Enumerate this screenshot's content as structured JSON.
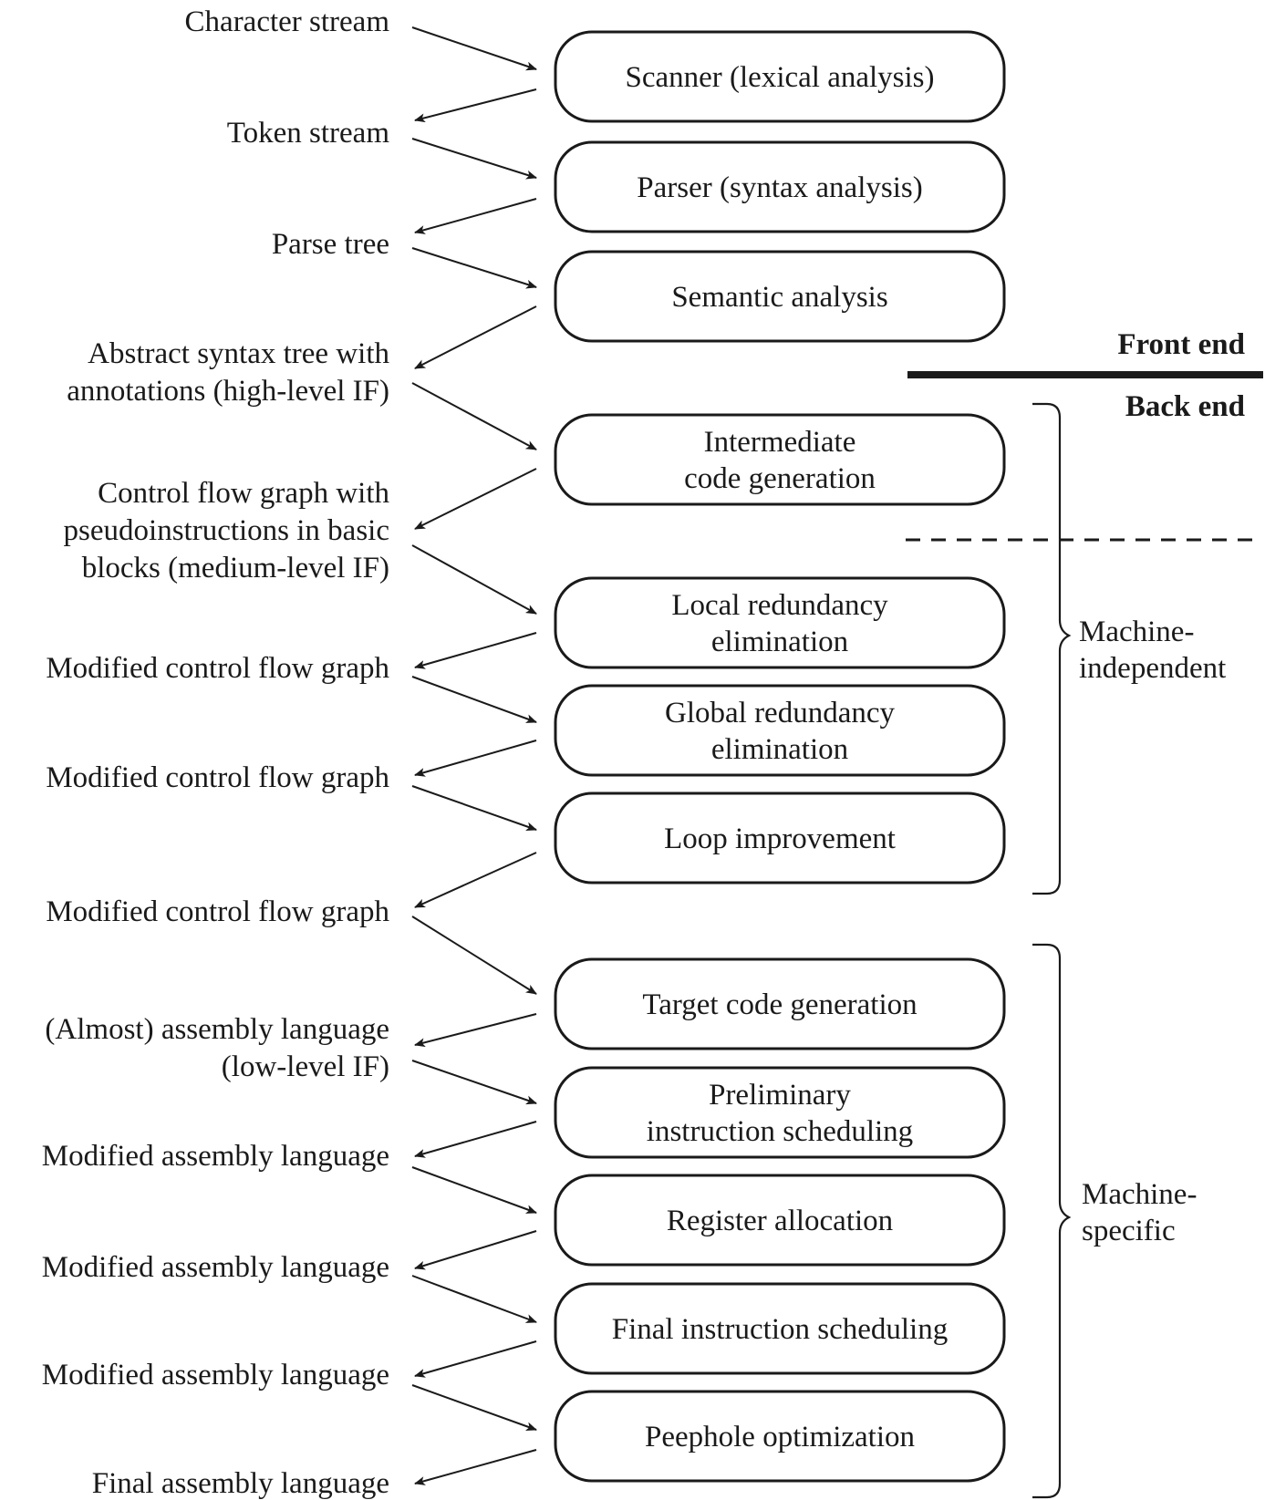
{
  "title": "Compiler phases",
  "phases": [
    {
      "id": "scanner",
      "lines": [
        "Scanner (lexical analysis)"
      ]
    },
    {
      "id": "parser",
      "lines": [
        "Parser (syntax analysis)"
      ]
    },
    {
      "id": "semantic",
      "lines": [
        "Semantic analysis"
      ]
    },
    {
      "id": "intermediate",
      "lines": [
        "Intermediate",
        "code generation"
      ]
    },
    {
      "id": "local-redundancy",
      "lines": [
        "Local redundancy",
        "elimination"
      ]
    },
    {
      "id": "global-redundancy",
      "lines": [
        "Global redundancy",
        "elimination"
      ]
    },
    {
      "id": "loop",
      "lines": [
        "Loop improvement"
      ]
    },
    {
      "id": "target-code",
      "lines": [
        "Target code generation"
      ]
    },
    {
      "id": "prelim-sched",
      "lines": [
        "Preliminary",
        "instruction scheduling"
      ]
    },
    {
      "id": "register-alloc",
      "lines": [
        "Register allocation"
      ]
    },
    {
      "id": "final-sched",
      "lines": [
        "Final instruction scheduling"
      ]
    },
    {
      "id": "peephole",
      "lines": [
        "Peephole optimization"
      ]
    }
  ],
  "streams": [
    {
      "lines": [
        "Character stream"
      ]
    },
    {
      "lines": [
        "Token stream"
      ]
    },
    {
      "lines": [
        "Parse tree"
      ]
    },
    {
      "lines": [
        "Abstract syntax tree with",
        "annotations (high-level IF)"
      ]
    },
    {
      "lines": [
        "Control flow graph with",
        "pseudoinstructions in basic",
        "blocks (medium-level IF)"
      ]
    },
    {
      "lines": [
        "Modified control flow graph"
      ]
    },
    {
      "lines": [
        "Modified control flow graph"
      ]
    },
    {
      "lines": [
        "Modified control flow graph"
      ]
    },
    {
      "lines": [
        "(Almost) assembly language",
        "(low-level IF)"
      ]
    },
    {
      "lines": [
        "Modified assembly language"
      ]
    },
    {
      "lines": [
        "Modified assembly language"
      ]
    },
    {
      "lines": [
        "Modified assembly language"
      ]
    },
    {
      "lines": [
        "Final assembly language"
      ]
    }
  ],
  "sections": {
    "front_end": "Front end",
    "back_end": "Back end"
  },
  "groups": {
    "machine_independent": [
      "Machine-",
      "independent"
    ],
    "machine_specific": [
      "Machine-",
      "specific"
    ]
  }
}
